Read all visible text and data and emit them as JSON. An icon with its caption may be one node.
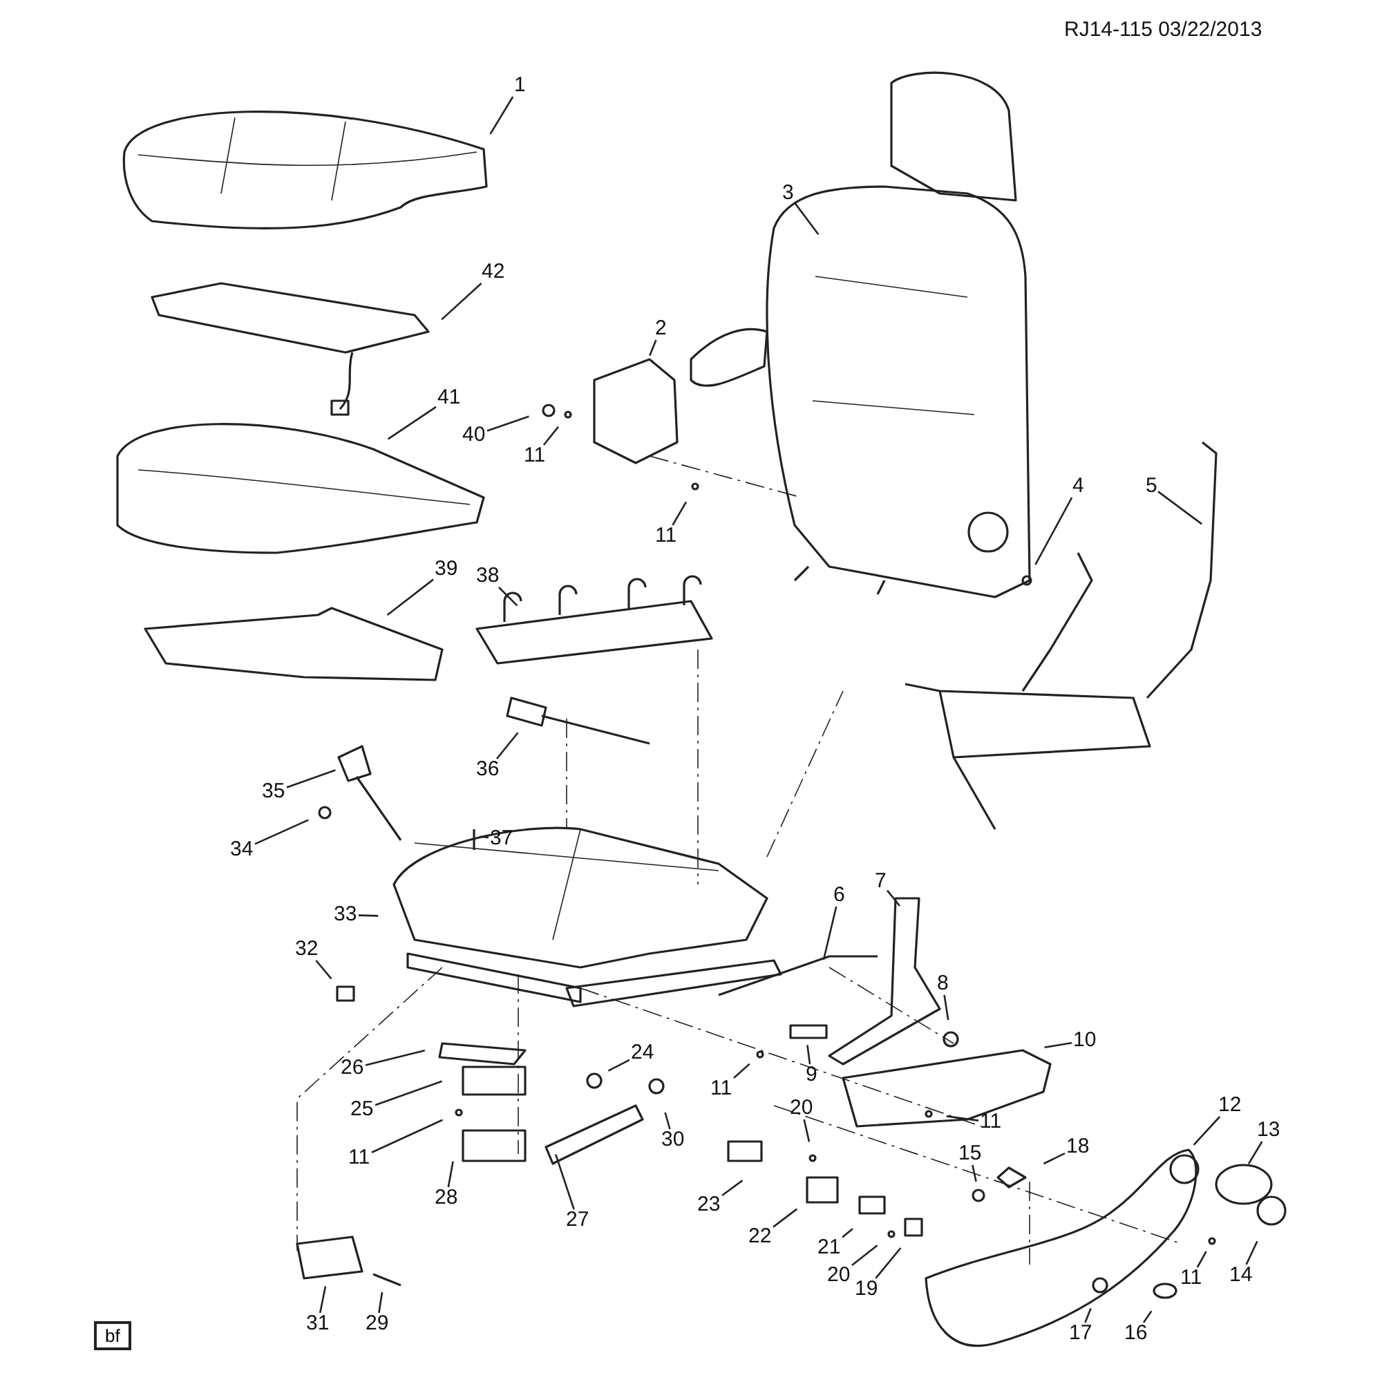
{
  "diagram": {
    "nodes": [
      {
        "text": [
          "1"
        ]
      },
      {
        "text": [
          "42"
        ]
      },
      {
        "text": [
          "3"
        ]
      },
      {
        "text": [
          "2"
        ]
      },
      {
        "text": [
          "41"
        ]
      },
      {
        "text": [
          "40"
        ]
      },
      {
        "text": [
          "11"
        ]
      },
      {
        "text": [
          "4"
        ]
      },
      {
        "text": [
          "5"
        ]
      },
      {
        "text": [
          "11"
        ]
      },
      {
        "text": [
          "39"
        ]
      },
      {
        "text": [
          "38"
        ]
      },
      {
        "text": [
          "36"
        ]
      },
      {
        "text": [
          "35"
        ]
      },
      {
        "text": [
          "34"
        ]
      },
      {
        "text": [
          "37"
        ]
      },
      {
        "text": [
          "7"
        ]
      },
      {
        "text": [
          "6"
        ]
      },
      {
        "text": [
          "33"
        ]
      },
      {
        "text": [
          "32"
        ]
      },
      {
        "text": [
          "8"
        ]
      },
      {
        "text": [
          "10"
        ]
      },
      {
        "text": [
          "24"
        ]
      },
      {
        "text": [
          "26"
        ]
      },
      {
        "text": [
          "9"
        ]
      },
      {
        "text": [
          "11"
        ]
      },
      {
        "text": [
          "25"
        ]
      },
      {
        "text": [
          "20"
        ]
      },
      {
        "text": [
          "11"
        ]
      },
      {
        "text": [
          "12"
        ]
      },
      {
        "text": [
          "13"
        ]
      },
      {
        "text": [
          "30"
        ]
      },
      {
        "text": [
          "18"
        ]
      },
      {
        "text": [
          "15"
        ]
      },
      {
        "text": [
          "11"
        ]
      },
      {
        "text": [
          "28"
        ]
      },
      {
        "text": [
          "23"
        ]
      },
      {
        "text": [
          "27"
        ]
      },
      {
        "text": [
          "22"
        ]
      },
      {
        "text": [
          "21"
        ]
      },
      {
        "text": [
          "20"
        ]
      },
      {
        "text": [
          "11"
        ]
      },
      {
        "text": [
          "14"
        ]
      },
      {
        "text": [
          "19"
        ]
      },
      {
        "text": [
          "31"
        ]
      },
      {
        "text": [
          "29"
        ]
      },
      {
        "text": [
          "17"
        ]
      },
      {
        "text": [
          "16"
        ]
      }
    ],
    "edges": [
      {
        "from": 0,
        "to": null,
        "arrow": "none"
      },
      {
        "from": 1,
        "to": null,
        "arrow": "none"
      },
      {
        "from": 2,
        "to": null,
        "arrow": "none"
      },
      {
        "from": 3,
        "to": null,
        "arrow": "none"
      },
      {
        "from": 4,
        "to": null,
        "arrow": "none"
      },
      {
        "from": 5,
        "to": null,
        "arrow": "none"
      },
      {
        "from": 6,
        "to": null,
        "arrow": "none"
      },
      {
        "from": 7,
        "to": null,
        "arrow": "none"
      },
      {
        "from": 8,
        "to": null,
        "arrow": "none"
      },
      {
        "from": 9,
        "to": null,
        "arrow": "none"
      },
      {
        "from": 10,
        "to": null,
        "arrow": "none"
      },
      {
        "from": 11,
        "to": null,
        "arrow": "none"
      },
      {
        "from": 12,
        "to": null,
        "arrow": "none"
      },
      {
        "from": 13,
        "to": null,
        "arrow": "none"
      },
      {
        "from": 14,
        "to": null,
        "arrow": "none"
      },
      {
        "from": 15,
        "to": null,
        "arrow": "none"
      },
      {
        "from": 16,
        "to": null,
        "arrow": "none"
      },
      {
        "from": 17,
        "to": null,
        "arrow": "none"
      },
      {
        "from": 18,
        "to": null,
        "arrow": "none"
      },
      {
        "from": 19,
        "to": null,
        "arrow": "none"
      },
      {
        "from": 20,
        "to": null,
        "arrow": "none"
      },
      {
        "from": 21,
        "to": null,
        "arrow": "none"
      },
      {
        "from": 22,
        "to": null,
        "arrow": "none"
      },
      {
        "from": 23,
        "to": null,
        "arrow": "none"
      },
      {
        "from": 24,
        "to": null,
        "arrow": "none"
      },
      {
        "from": 25,
        "to": null,
        "arrow": "none"
      },
      {
        "from": 26,
        "to": null,
        "arrow": "none"
      },
      {
        "from": 27,
        "to": null,
        "arrow": "none"
      },
      {
        "from": 28,
        "to": null,
        "arrow": "none"
      },
      {
        "from": 29,
        "to": null,
        "arrow": "none"
      },
      {
        "from": 30,
        "to": null,
        "arrow": "none"
      },
      {
        "from": 31,
        "to": null,
        "arrow": "none"
      },
      {
        "from": 32,
        "to": null,
        "arrow": "none"
      },
      {
        "from": 33,
        "to": null,
        "arrow": "none"
      },
      {
        "from": 34,
        "to": null,
        "arrow": "none"
      },
      {
        "from": 35,
        "to": null,
        "arrow": "none"
      },
      {
        "from": 36,
        "to": null,
        "arrow": "none"
      },
      {
        "from": 37,
        "to": null,
        "arrow": "none"
      },
      {
        "from": 38,
        "to": null,
        "arrow": "none"
      },
      {
        "from": 39,
        "to": null,
        "arrow": "none"
      },
      {
        "from": 40,
        "to": null,
        "arrow": "none"
      },
      {
        "from": 41,
        "to": null,
        "arrow": "none"
      },
      {
        "from": 42,
        "to": null,
        "arrow": "none"
      },
      {
        "from": 43,
        "to": null,
        "arrow": "none"
      },
      {
        "from": 44,
        "to": null,
        "arrow": "none"
      },
      {
        "from": 45,
        "to": null,
        "arrow": "none"
      },
      {
        "from": 46,
        "to": null,
        "arrow": "none"
      },
      {
        "from": 47,
        "to": null,
        "arrow": "none"
      }
    ],
    "labels": [
      "RJ14-115 03/22/2013",
      "bf"
    ]
  }
}
